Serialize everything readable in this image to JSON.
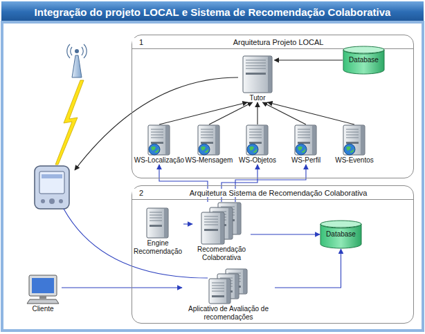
{
  "diagram": {
    "title": "Integração do projeto LOCAL e Sistema de Recomendação Colaborativa",
    "nodes": [
      {
        "text": [
          "1",
          "Arquitetura Projeto LOCAL"
        ]
      },
      {
        "text": [
          "Tutor"
        ],
        "in": 0
      },
      {
        "text": [
          "Database"
        ],
        "in": 0
      },
      {
        "text": [
          "WS-Localização"
        ],
        "in": 0
      },
      {
        "text": [
          "WS-Mensagem"
        ],
        "in": 0
      },
      {
        "text": [
          "WS-Objetos"
        ],
        "in": 0
      },
      {
        "text": [
          "WS-Perfil"
        ],
        "in": 0
      },
      {
        "text": [
          "WS-Eventos"
        ],
        "in": 0
      },
      {
        "text": [
          "2",
          "Arquitetura Sistema de Recomendação Colaborativa"
        ]
      },
      {
        "text": [
          "Engine Recomendação"
        ],
        "in": 8
      },
      {
        "text": [
          "Recomendação Colaborativa"
        ],
        "in": 8
      },
      {
        "text": [
          "Database"
        ],
        "in": 8
      },
      {
        "text": [
          "Aplicativo de Avaliação de recomendações"
        ],
        "in": 8
      },
      {
        "text": [
          "Cliente"
        ]
      }
    ],
    "edges": [
      {
        "from": 3,
        "to": 1,
        "arrow": "to"
      },
      {
        "from": 4,
        "to": 1,
        "arrow": "to"
      },
      {
        "from": 5,
        "to": 1,
        "arrow": "to"
      },
      {
        "from": 6,
        "to": 1,
        "arrow": "to"
      },
      {
        "from": 7,
        "to": 1,
        "arrow": "to"
      },
      {
        "from": 2,
        "to": 1,
        "arrow": "to"
      },
      {
        "from": 10,
        "to": 3,
        "arrow": "to"
      },
      {
        "from": 10,
        "to": 5,
        "arrow": "to"
      },
      {
        "from": 10,
        "to": 6,
        "arrow": "to"
      },
      {
        "from": 9,
        "to": 10,
        "arrow": "to"
      },
      {
        "from": 10,
        "to": 11,
        "arrow": "to"
      },
      {
        "from": 12,
        "to": 11,
        "arrow": "to"
      },
      {
        "from": 13,
        "to": 12,
        "arrow": "to"
      }
    ]
  }
}
